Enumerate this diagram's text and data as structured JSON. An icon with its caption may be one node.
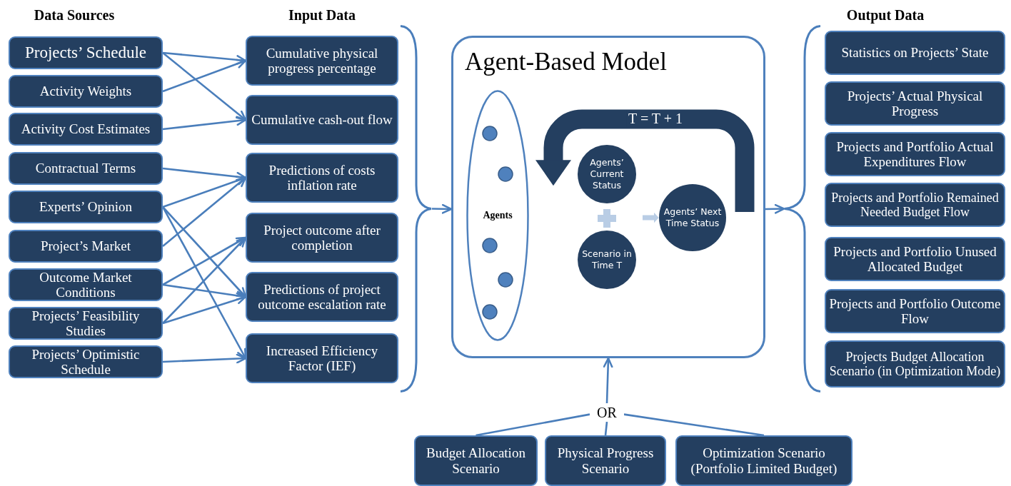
{
  "diagram": {
    "nodes": [
      {
        "text": [
          "Projects’ Schedule"
        ]
      },
      {
        "text": [
          "Activity Weights"
        ]
      },
      {
        "text": [
          "Activity Cost Estimates"
        ]
      },
      {
        "text": [
          "Contractual Terms"
        ]
      },
      {
        "text": [
          "Experts’ Opinion"
        ]
      },
      {
        "text": [
          "Project’s Market"
        ]
      },
      {
        "text": [
          "Outcome Market Conditions"
        ]
      },
      {
        "text": [
          "Projects’ Feasibility Studies"
        ]
      },
      {
        "text": [
          "Projects’ Optimistic Schedule"
        ]
      },
      {
        "text": [
          "Cumulative physical progress percentage"
        ]
      },
      {
        "text": [
          "Cumulative cash-out flow"
        ]
      },
      {
        "text": [
          "Predictions of costs inflation rate"
        ]
      },
      {
        "text": [
          "Project outcome after completion"
        ]
      },
      {
        "text": [
          "Predictions of project outcome escalation rate"
        ]
      },
      {
        "text": [
          "Increased Efficiency Factor (IEF)"
        ]
      },
      {
        "text": [
          "Agent-Based Model"
        ]
      },
      {
        "text": [
          "Agents"
        ],
        "in": 15
      },
      {
        "text": [
          "Agents’ Current Status"
        ],
        "in": 15
      },
      {
        "text": [
          "Scenario in Time T"
        ],
        "in": 15
      },
      {
        "text": [
          "Agents’ Next Time Status"
        ],
        "in": 15
      },
      {
        "text": [
          "Statistics on Projects’ State"
        ]
      },
      {
        "text": [
          "Projects’ Actual Physical Progress"
        ]
      },
      {
        "text": [
          "Projects and Portfolio Actual Expenditures Flow"
        ]
      },
      {
        "text": [
          "Projects and Portfolio Remained Needed Budget Flow"
        ]
      },
      {
        "text": [
          "Projects and Portfolio Unused Allocated Budget"
        ]
      },
      {
        "text": [
          "Projects and Portfolio Outcome Flow"
        ]
      },
      {
        "text": [
          "Projects Budget Allocation Scenario (in Optimization Mode)"
        ]
      },
      {
        "text": [
          "OR"
        ]
      },
      {
        "text": [
          "Budget Allocation Scenario"
        ]
      },
      {
        "text": [
          "Physical  Progress Scenario"
        ]
      },
      {
        "text": [
          "Optimization  Scenario (Portfolio Limited Budget)"
        ]
      },
      {
        "text": [],
        "shape": "bracket"
      },
      {
        "text": [],
        "shape": "bracket"
      }
    ],
    "edges": [
      {
        "from": 0,
        "to": 9,
        "arrow": "to"
      },
      {
        "from": 0,
        "to": 10,
        "arrow": "to"
      },
      {
        "from": 1,
        "to": 9,
        "arrow": "to"
      },
      {
        "from": 2,
        "to": 10,
        "arrow": "to"
      },
      {
        "from": 3,
        "to": 11,
        "arrow": "to"
      },
      {
        "from": 4,
        "to": 11,
        "arrow": "to"
      },
      {
        "from": 4,
        "to": 13,
        "arrow": "to"
      },
      {
        "from": 4,
        "to": 14,
        "arrow": "to"
      },
      {
        "from": 5,
        "to": 11,
        "arrow": "to"
      },
      {
        "from": 6,
        "to": 12,
        "arrow": "to"
      },
      {
        "from": 6,
        "to": 13,
        "arrow": "to"
      },
      {
        "from": 7,
        "to": 12,
        "arrow": "to"
      },
      {
        "from": 7,
        "to": 13,
        "arrow": "to"
      },
      {
        "from": 8,
        "to": 14,
        "arrow": "to"
      },
      {
        "from": 31,
        "to": 15,
        "arrow": "to"
      },
      {
        "from": 15,
        "to": 32,
        "arrow": "to"
      },
      {
        "from": 19,
        "to": 17,
        "arrow": "to",
        "label": "T = T + 1",
        "style": "thick",
        "color": "#243f60"
      },
      {
        "from": null,
        "to": 19,
        "arrow": "to",
        "style": "thick",
        "color": "#b9cde5"
      },
      {
        "from": 28,
        "to": 27,
        "arrow": "none"
      },
      {
        "from": 29,
        "to": 27,
        "arrow": "none"
      },
      {
        "from": 30,
        "to": 27,
        "arrow": "none"
      },
      {
        "from": 27,
        "to": 15,
        "arrow": "to"
      }
    ],
    "labels": [
      "Data Sources",
      "Input Data",
      "Output Data"
    ]
  }
}
